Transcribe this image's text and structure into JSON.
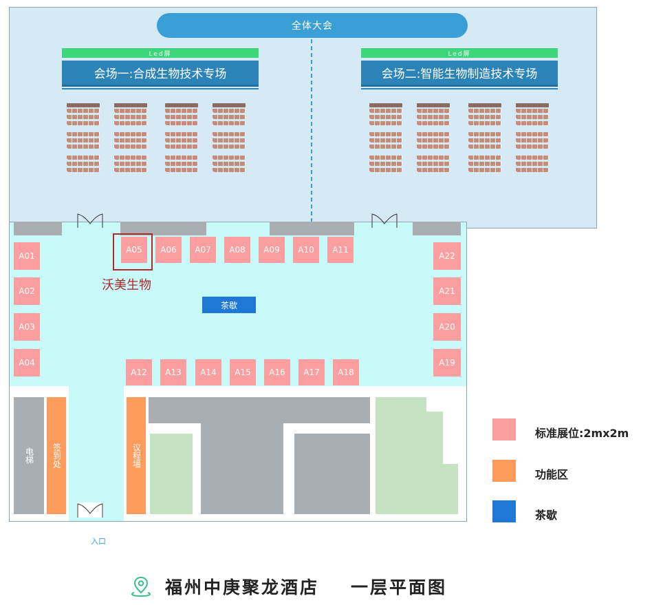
{
  "banner": "全体大会",
  "venue1": {
    "led": "Led屏",
    "title": "会场一:合成生物技术专场"
  },
  "venue2": {
    "led": "Led屏",
    "title": "会场二:智能生物制造技术专场"
  },
  "booths_left": [
    "A01",
    "A02",
    "A03",
    "A04"
  ],
  "booths_top": [
    "A05",
    "A06",
    "A07",
    "A08",
    "A09",
    "A10",
    "A11"
  ],
  "booths_mid": [
    "A12",
    "A13",
    "A14",
    "A15",
    "A16",
    "A17",
    "A18"
  ],
  "booths_right": [
    "A22",
    "A21",
    "A20",
    "A19"
  ],
  "highlight": {
    "booth": "A05",
    "label": "沃美生物",
    "color": "#b0282a"
  },
  "tea_break": "茶歇",
  "rooms": {
    "elevator": "电梯",
    "signin": "签到处",
    "agenda_wall": "议程墙"
  },
  "entrance": "入口",
  "legend": [
    {
      "label": "标准展位:2mx2m",
      "color": "#fa9ea0"
    },
    {
      "label": "功能区",
      "color": "#fc9c5c"
    },
    {
      "label": "茶歇",
      "color": "#1f78d6"
    }
  ],
  "footer": {
    "icon": "location-pin-icon",
    "hotel": "福州中庚聚龙酒店",
    "floor": "一层平面图"
  }
}
